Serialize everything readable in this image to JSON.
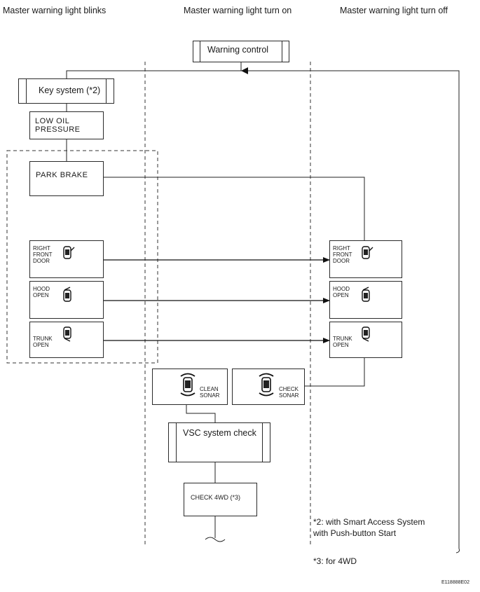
{
  "headers": {
    "blinks": "Master warning light blinks",
    "turn_on": "Master warning light turn on",
    "turn_off": "Master warning light turn off"
  },
  "boxes": {
    "warning_control": "Warning control",
    "key_system": "Key system (*2)",
    "low_oil_pressure": "LOW OIL\nPRESSURE",
    "park_brake": "PARK BRAKE",
    "right_front_door": "RIGHT\nFRONT\nDOOR",
    "hood_open": "HOOD\nOPEN",
    "trunk_open": "TRUNK\nOPEN",
    "clean_sonar": "CLEAN\nSONAR",
    "check_sonar": "CHECK\nSONAR",
    "vsc_system_check": "VSC system check",
    "check_4wd": "CHECK 4WD (*3)"
  },
  "notes": {
    "note2": "*2: with Smart Access System\nwith Push-button Start",
    "note3": "*3: for 4WD"
  },
  "code": "E118888E02",
  "icons": [
    "car-door-icon",
    "car-hood-icon",
    "car-trunk-icon",
    "sonar-car-icon"
  ]
}
